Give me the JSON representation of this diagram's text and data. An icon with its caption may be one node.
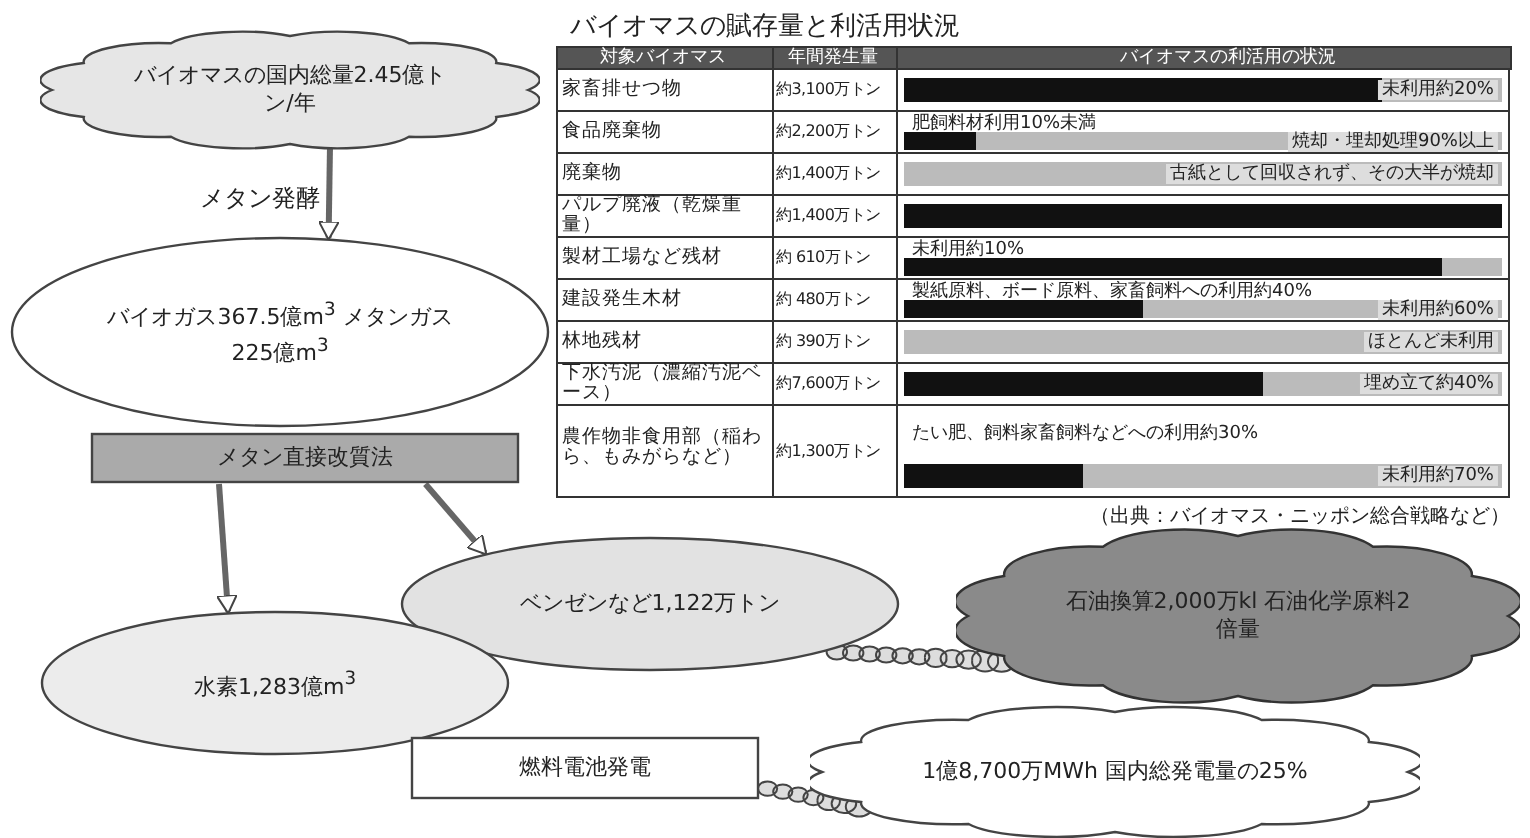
{
  "diagram": {
    "nodes": [
      {
        "text": [
          "バイオマスの国内総量2.45億トン/年"
        ]
      },
      {
        "text": [
          "バイオガス367.5億m$^{3}$ メタンガス225億m$^{3}$"
        ]
      },
      {
        "text": [
          "メタン直接改質法"
        ]
      },
      {
        "text": [
          "ベンゼンなど1,122万トン"
        ]
      },
      {
        "text": [
          "石油換算2,000万kl 石油化学原料2倍量"
        ]
      },
      {
        "text": [
          "水素1,283億m$^{3}$"
        ]
      },
      {
        "text": [
          "燃料電池発電"
        ]
      },
      {
        "text": [
          "1億8,700万MWh 国内総発電量の25%"
        ]
      }
    ],
    "edges": [
      {
        "from": 0,
        "to": 1,
        "arrow": "to",
        "label": "メタン発酵"
      },
      {
        "from": 2,
        "to": 5,
        "arrow": "to"
      },
      {
        "from": 2,
        "to": 3,
        "arrow": "to"
      },
      {
        "from": 3,
        "to": 4,
        "arrow": "none"
      },
      {
        "from": 6,
        "to": 7,
        "arrow": "none"
      }
    ],
    "labels": [
      "バイオマスの賦存量と利活用状況",
      "対象バイオマス",
      "年間発生量",
      "バイオマスの利活用の状況",
      "家畜排せつ物",
      "約3,100万トン",
      "未利用約20%",
      "食品廃棄物",
      "約2,200万トン",
      "肥飼料材利用10%未満",
      "焼却・埋却処理90%以上",
      "廃棄物",
      "約1,400万トン",
      "古紙として回収されず、その大半が焼却",
      "パルプ廃液（乾燥重量）",
      "約1,400万トン",
      "製材工場など残材",
      "約 610万トン",
      "未利用約10%",
      "建設発生木材",
      "約 480万トン",
      "製紙原料、ボード原料、家畜飼料への利用約40%",
      "未利用約60%",
      "林地残材",
      "約 390万トン",
      "ほとんど未利用",
      "下水汚泥（濃縮汚泥ベース）",
      "約7,600万トン",
      "埋め立て約40%",
      "農作物非食用部（稲わら、もみがらなど）",
      "約1,300万トン",
      "たい肥、飼料家畜飼料などへの利用約30%",
      "未利用約70%",
      "（出典：バイオマス・ニッポン総合戦略など）"
    ]
  }
}
